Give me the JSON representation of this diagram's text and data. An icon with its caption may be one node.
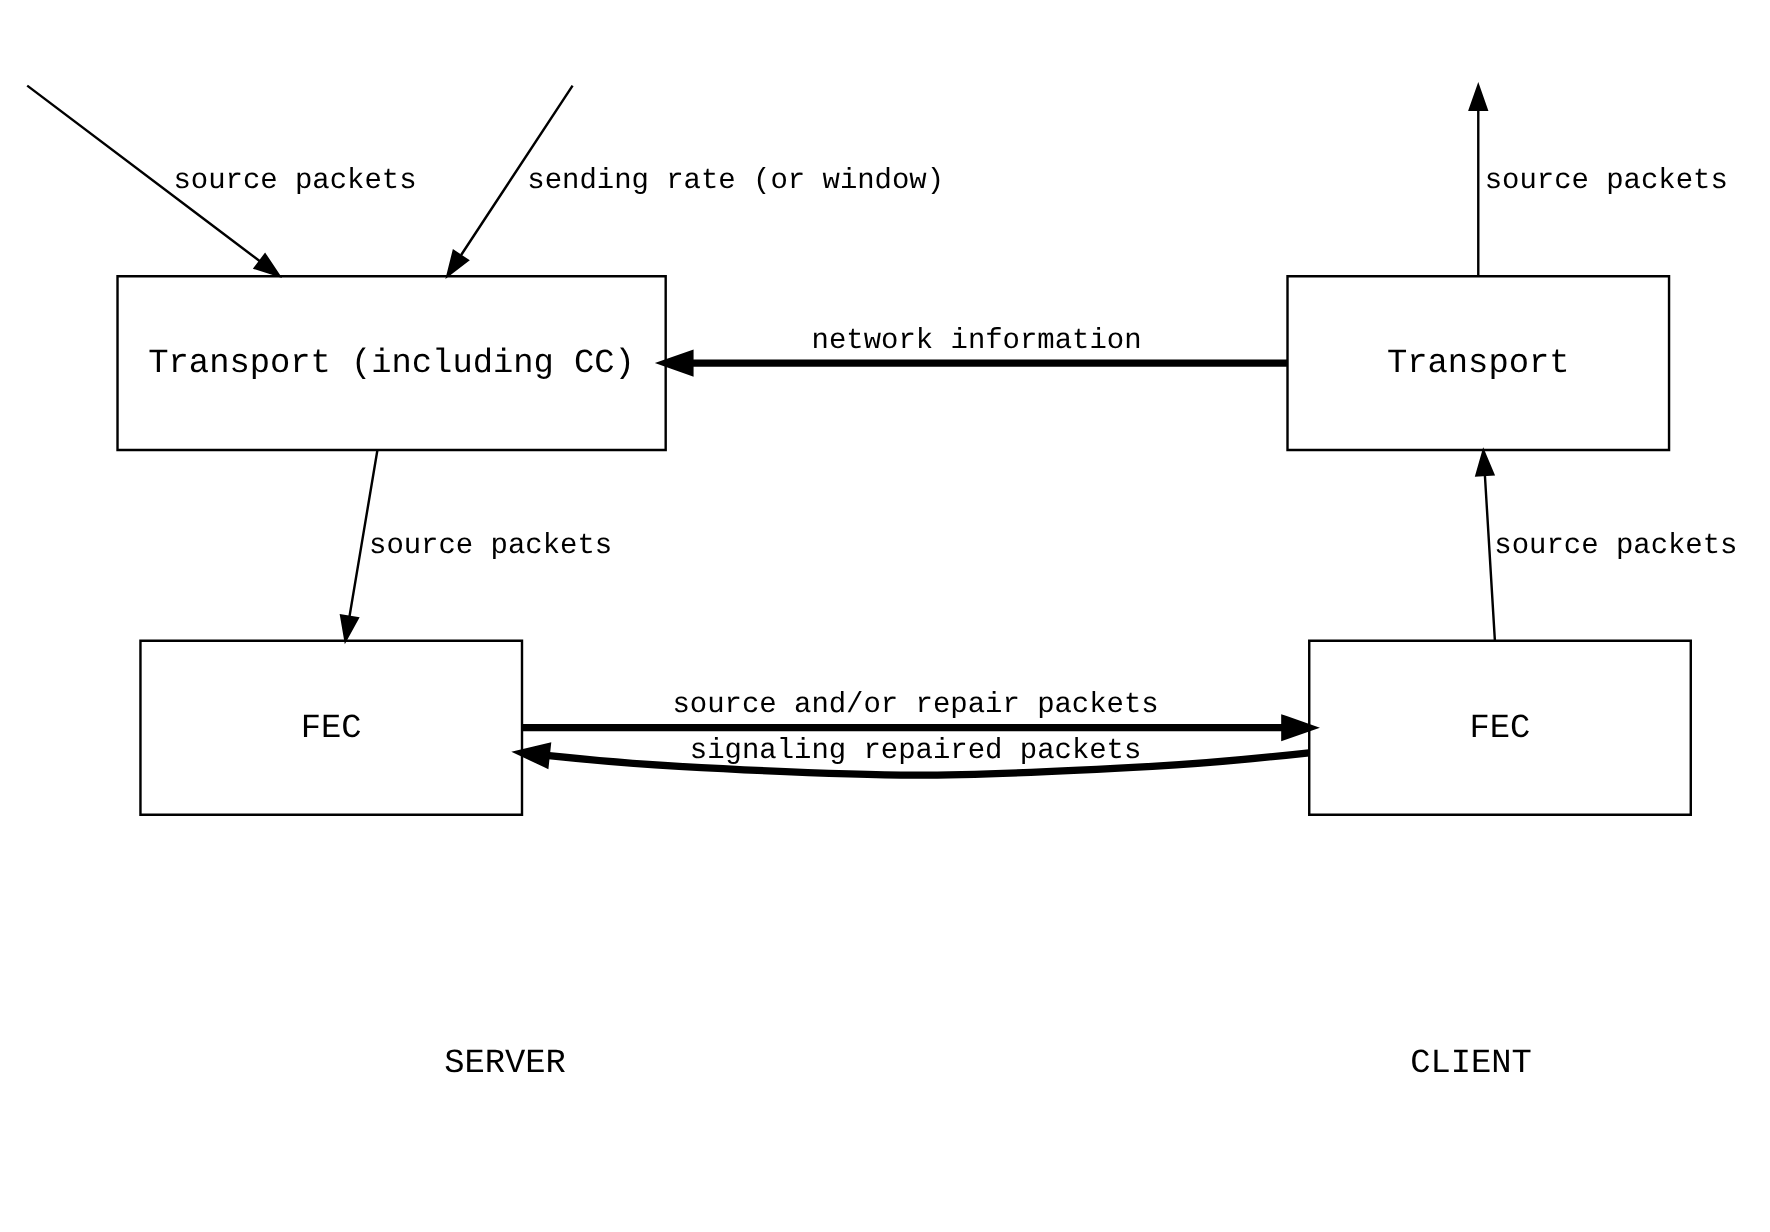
{
  "diagram": {
    "nodes": [
      {
        "text": [
          "Transport (including CC)"
        ]
      },
      {
        "text": [
          "FEC"
        ]
      },
      {
        "text": [
          "Transport"
        ]
      },
      {
        "text": [
          "FEC"
        ]
      }
    ],
    "edges": [
      {
        "from": null,
        "to": 0,
        "arrow": "to",
        "label": "source packets"
      },
      {
        "from": null,
        "to": 0,
        "arrow": "to",
        "label": "sending rate (or window)"
      },
      {
        "from": 2,
        "to": null,
        "arrow": "to",
        "label": "source packets"
      },
      {
        "from": 2,
        "to": 0,
        "arrow": "to",
        "label": "network information",
        "style": "thick"
      },
      {
        "from": 0,
        "to": 1,
        "arrow": "to",
        "label": "source packets"
      },
      {
        "from": 3,
        "to": 2,
        "arrow": "to",
        "label": "source packets"
      },
      {
        "from": 1,
        "to": 3,
        "arrow": "to",
        "label": "source and/or repair packets",
        "style": "thick"
      },
      {
        "from": 3,
        "to": 1,
        "arrow": "to",
        "label": "signaling repaired packets",
        "style": "thick"
      }
    ],
    "labels": [
      "SERVER",
      "CLIENT"
    ]
  }
}
